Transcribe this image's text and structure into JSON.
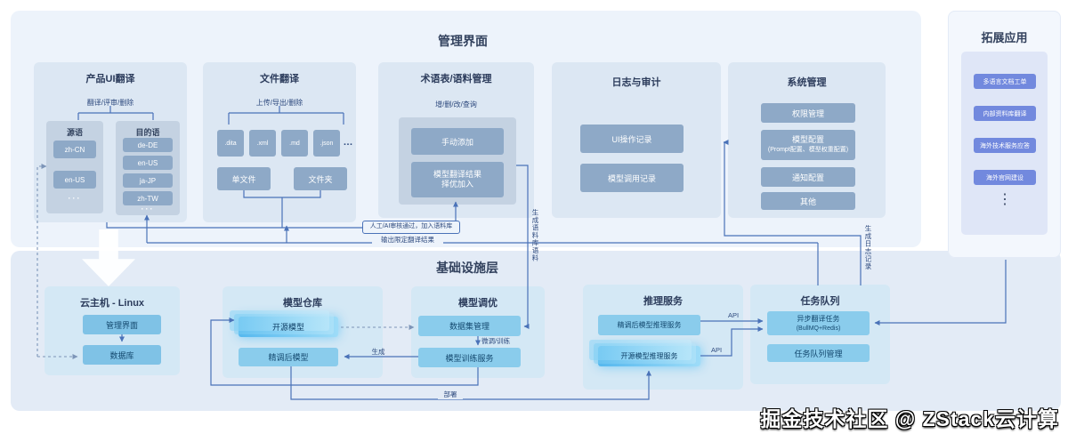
{
  "management": {
    "title": "管理界面",
    "product_ui": {
      "title": "产品UI翻译",
      "ops": "翻译/评审/删除",
      "source": {
        "title": "源语",
        "items": [
          "zh-CN",
          "en-US"
        ],
        "more": "···"
      },
      "target": {
        "title": "目的语",
        "items": [
          "de-DE",
          "en-US",
          "ja-JP",
          "zh-TW"
        ],
        "more": "···"
      }
    },
    "file_translation": {
      "title": "文件翻译",
      "ops": "上传/导出/删除",
      "formats": [
        ".dita",
        ".xml",
        ".md",
        ".json"
      ],
      "more": "…",
      "single_file": "单文件",
      "folder": "文件夹"
    },
    "terminology": {
      "title": "术语表/语料管理",
      "ops": "增/删/改/查询",
      "manual_add": "手动添加",
      "model_result_line1": "模型翻译结果",
      "model_result_line2": "择优加入"
    },
    "logs_audit": {
      "title": "日志与审计",
      "ui_ops_log": "UI操作记录",
      "model_call_log": "模型调用记录"
    },
    "system": {
      "title": "系统管理",
      "perm": "权限管理",
      "model_cfg_line1": "模型配置",
      "model_cfg_line2": "(Prompt配置、模型权重配置)",
      "notify": "通知配置",
      "other": "其他"
    }
  },
  "extensions": {
    "title": "拓展应用",
    "items": [
      "多语言文档工单",
      "内部资料库翻译",
      "海外技术服务应答",
      "海外官网建设"
    ],
    "more": "⋮"
  },
  "infrastructure": {
    "title": "基础设施层",
    "cloud_host": {
      "title": "云主机 - Linux",
      "admin_ui": "管理界面",
      "database": "数据库"
    },
    "model_repo": {
      "title": "模型仓库",
      "open_source": "开源模型",
      "fine_tuned": "精调后模型"
    },
    "model_tuning": {
      "title": "模型调优",
      "dataset": "数据集管理",
      "training": "模型训练服务"
    },
    "inference": {
      "title": "推理服务",
      "fine_tuned_svc": "精调后模型推理服务",
      "open_source_svc": "开源模型推理服务"
    },
    "task_queue": {
      "title": "任务队列",
      "async_line1": "异步翻译任务",
      "async_line2": "(BullMQ+Redis)",
      "queue_mgmt": "任务队列管理"
    }
  },
  "edge_labels": {
    "review_join": "人工/AI审核通过，加入语料库",
    "output_result": "输出限定翻译结果",
    "gen_corpus": "生成语料库语料",
    "gen_logs": "生成日志记录",
    "finetune": "微调/训练",
    "generate": "生成",
    "deploy": "部署",
    "api1": "API",
    "api2": "API"
  },
  "watermark": "掘金技术社区 @ ZStack云计算",
  "colors": {
    "line": "#4a72b8",
    "accent_cyan": "#55b8ee",
    "ext_button": "#7289de",
    "slate_box": "#8ea9c7"
  }
}
